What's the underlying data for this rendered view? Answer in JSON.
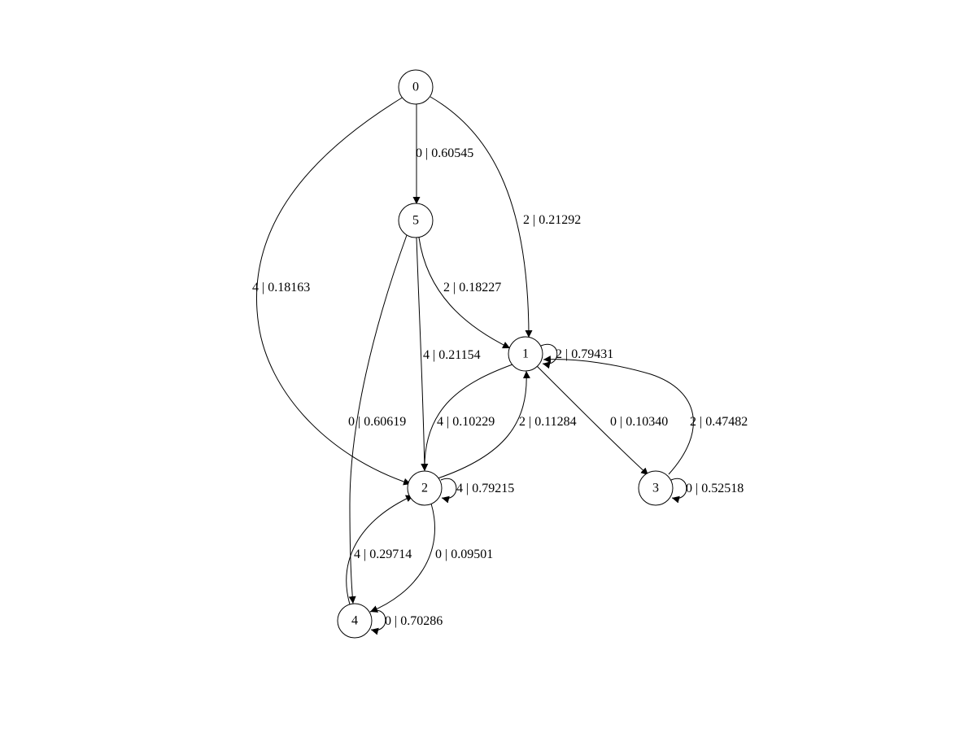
{
  "graph": {
    "nodes": [
      {
        "id": "0",
        "label": "0"
      },
      {
        "id": "5",
        "label": "5"
      },
      {
        "id": "1",
        "label": "1"
      },
      {
        "id": "2",
        "label": "2"
      },
      {
        "id": "3",
        "label": "3"
      },
      {
        "id": "4",
        "label": "4"
      }
    ],
    "edges": [
      {
        "id": "e0_5",
        "from": "0",
        "to": "5",
        "label": "0 | 0.60545"
      },
      {
        "id": "e0_1",
        "from": "0",
        "to": "1",
        "label": "2 | 0.21292"
      },
      {
        "id": "e0_2",
        "from": "0",
        "to": "2",
        "label": "4 | 0.18163"
      },
      {
        "id": "e5_1",
        "from": "5",
        "to": "1",
        "label": "2 | 0.18227"
      },
      {
        "id": "e5_2",
        "from": "5",
        "to": "2",
        "label": "4 | 0.21154"
      },
      {
        "id": "e5_4",
        "from": "5",
        "to": "4",
        "label": "0 | 0.60619"
      },
      {
        "id": "e1_1",
        "from": "1",
        "to": "1",
        "label": "2 | 0.79431"
      },
      {
        "id": "e1_2",
        "from": "1",
        "to": "2",
        "label": "4 | 0.10229"
      },
      {
        "id": "e2_1",
        "from": "2",
        "to": "1",
        "label": "2 | 0.11284"
      },
      {
        "id": "e1_3",
        "from": "1",
        "to": "3",
        "label": "0 | 0.10340"
      },
      {
        "id": "e3_1",
        "from": "3",
        "to": "1",
        "label": "2 | 0.47482"
      },
      {
        "id": "e2_2",
        "from": "2",
        "to": "2",
        "label": "4 | 0.79215"
      },
      {
        "id": "e3_3",
        "from": "3",
        "to": "3",
        "label": "0 | 0.52518"
      },
      {
        "id": "e4_2",
        "from": "4",
        "to": "2",
        "label": "4 | 0.29714"
      },
      {
        "id": "e2_4",
        "from": "2",
        "to": "4",
        "label": "0 | 0.09501"
      },
      {
        "id": "e4_4",
        "from": "4",
        "to": "4",
        "label": "0 | 0.70286"
      }
    ]
  }
}
